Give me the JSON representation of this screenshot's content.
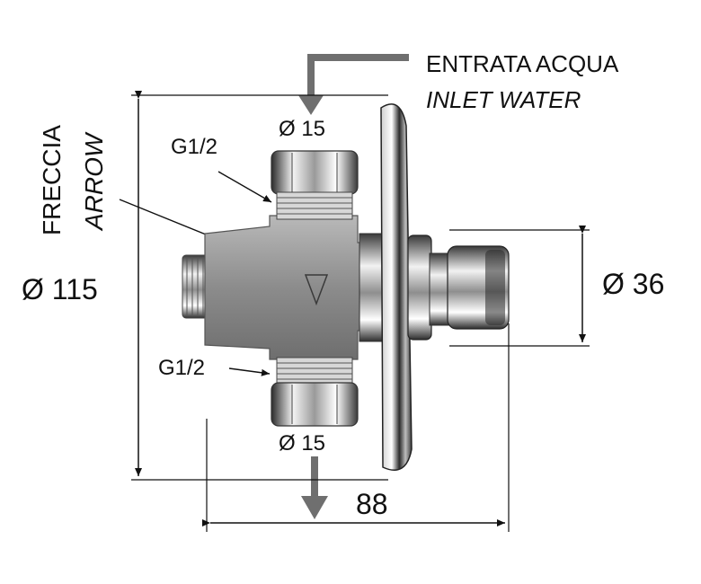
{
  "inlet": {
    "line1": "ENTRATA ACQUA",
    "line2": "INLET WATER"
  },
  "arrow_label": {
    "it": "FRECCIA",
    "en": "ARROW"
  },
  "dims": {
    "top_pipe": "Ø 15",
    "bottom_pipe": "Ø 15",
    "height": "Ø 115",
    "button": "Ø 36",
    "depth": "88"
  },
  "threads": {
    "top": "G1/2",
    "bottom": "G1/2"
  },
  "colors": {
    "dim_line": "#111111",
    "flow_arrow": "#6f6f6f",
    "body_grey": "#8a8a8a",
    "chrome": "#d9d9d9"
  }
}
